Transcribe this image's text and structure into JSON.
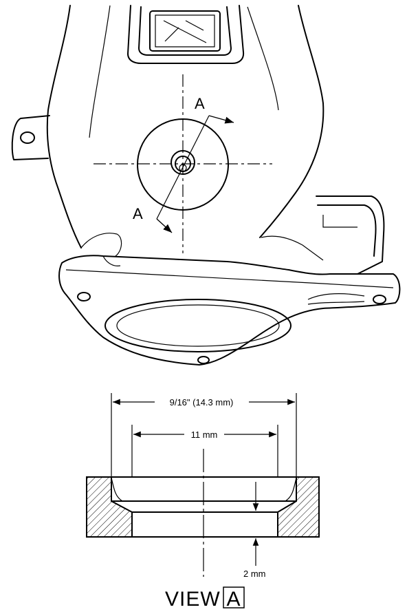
{
  "labels": {
    "section_mark_top": "A",
    "section_mark_bottom": "A",
    "outer_diameter": "9/16\" (14.3 mm)",
    "inner_diameter": "11 mm",
    "depth": "2 mm",
    "view_word": "VIEW",
    "view_letter": "A"
  }
}
